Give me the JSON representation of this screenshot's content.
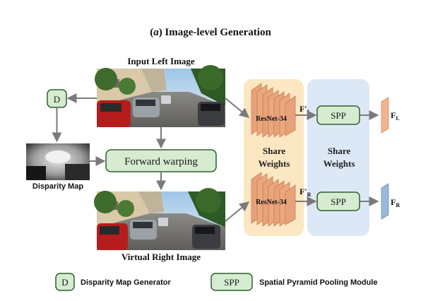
{
  "title": {
    "prefix": "(",
    "letter": "a",
    "rest": ") Image-level Generation"
  },
  "input_left_label": "Input Left Image",
  "virtual_right_label": "Virtual Right Image",
  "disparity_map_label": "Disparity Map",
  "d_box_label": "D",
  "forward_warping_label": "Forward warping",
  "resnet_top_label": "ResNet-34",
  "resnet_bottom_label": "ResNet-34",
  "share_weights_left": [
    "Share",
    "Weights"
  ],
  "share_weights_right": [
    "Share",
    "Weights"
  ],
  "feature_top": {
    "base": "F'",
    "sub": "L"
  },
  "feature_bottom": {
    "base": "F'",
    "sub": "R"
  },
  "spp_top_label": "SPP",
  "spp_bottom_label": "SPP",
  "output_top": {
    "base": "F",
    "sub": "L"
  },
  "output_bottom": {
    "base": "F",
    "sub": "R"
  },
  "legend": {
    "d_symbol": "D",
    "d_text": "Disparity Map Generator",
    "spp_symbol": "SPP",
    "spp_text": "Spatial Pyramid Pooling Module"
  },
  "colors": {
    "green_fill": "#d5ecd0",
    "green_stroke": "#2f5f2f",
    "orange_panel": "#fbe7c2",
    "blue_panel": "#dce8f5",
    "resnet_block": "#e8a27a",
    "resnet_block_dark": "#c97a52",
    "out_left": "#f2b48e",
    "out_right": "#9ab8dc",
    "arrow": "#7a7a7a"
  }
}
